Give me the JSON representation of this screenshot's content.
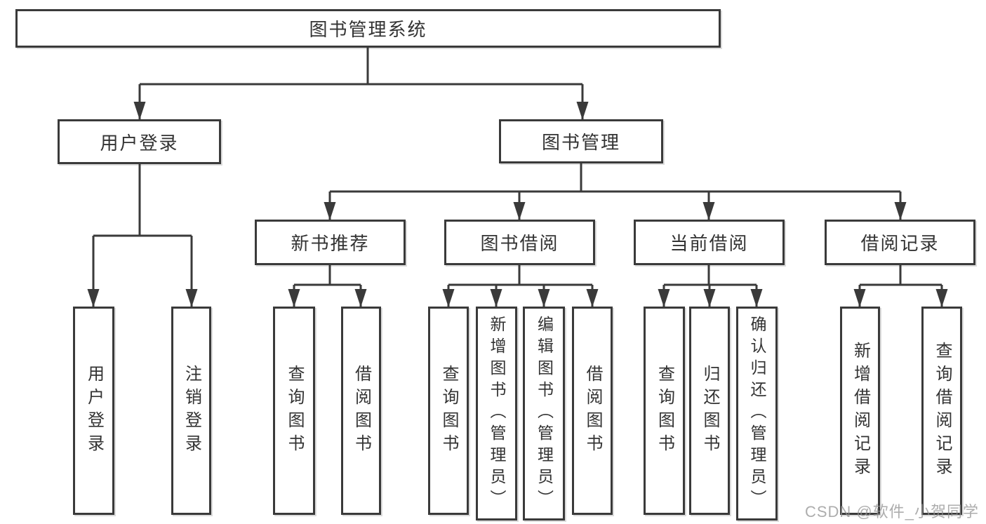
{
  "diagram_type": "hierarchy-tree",
  "tree": {
    "label": "图书管理系统",
    "children": [
      {
        "label": "用户登录",
        "children": [
          {
            "label": "用户登录"
          },
          {
            "label": "注销登录"
          }
        ]
      },
      {
        "label": "图书管理",
        "children": [
          {
            "label": "新书推荐",
            "children": [
              {
                "label": "查询图书"
              },
              {
                "label": "借阅图书"
              }
            ]
          },
          {
            "label": "图书借阅",
            "children": [
              {
                "label": "查询图书"
              },
              {
                "label": "新增图书（管理员）"
              },
              {
                "label": "编辑图书（管理员）"
              },
              {
                "label": "借阅图书"
              }
            ]
          },
          {
            "label": "当前借阅",
            "children": [
              {
                "label": "查询图书"
              },
              {
                "label": "归还图书"
              },
              {
                "label": "确认归还（管理员）"
              }
            ]
          },
          {
            "label": "借阅记录",
            "children": [
              {
                "label": "新增借阅记录"
              },
              {
                "label": "查询借阅记录"
              }
            ]
          }
        ]
      }
    ]
  },
  "watermark": {
    "text": "CSDN @软件_小贺同学"
  },
  "colors": {
    "line": "#3a3a3a",
    "box_border": "#3a3a3a",
    "box_background": "#ffffff",
    "text": "#333333",
    "watermark": "#919191"
  }
}
